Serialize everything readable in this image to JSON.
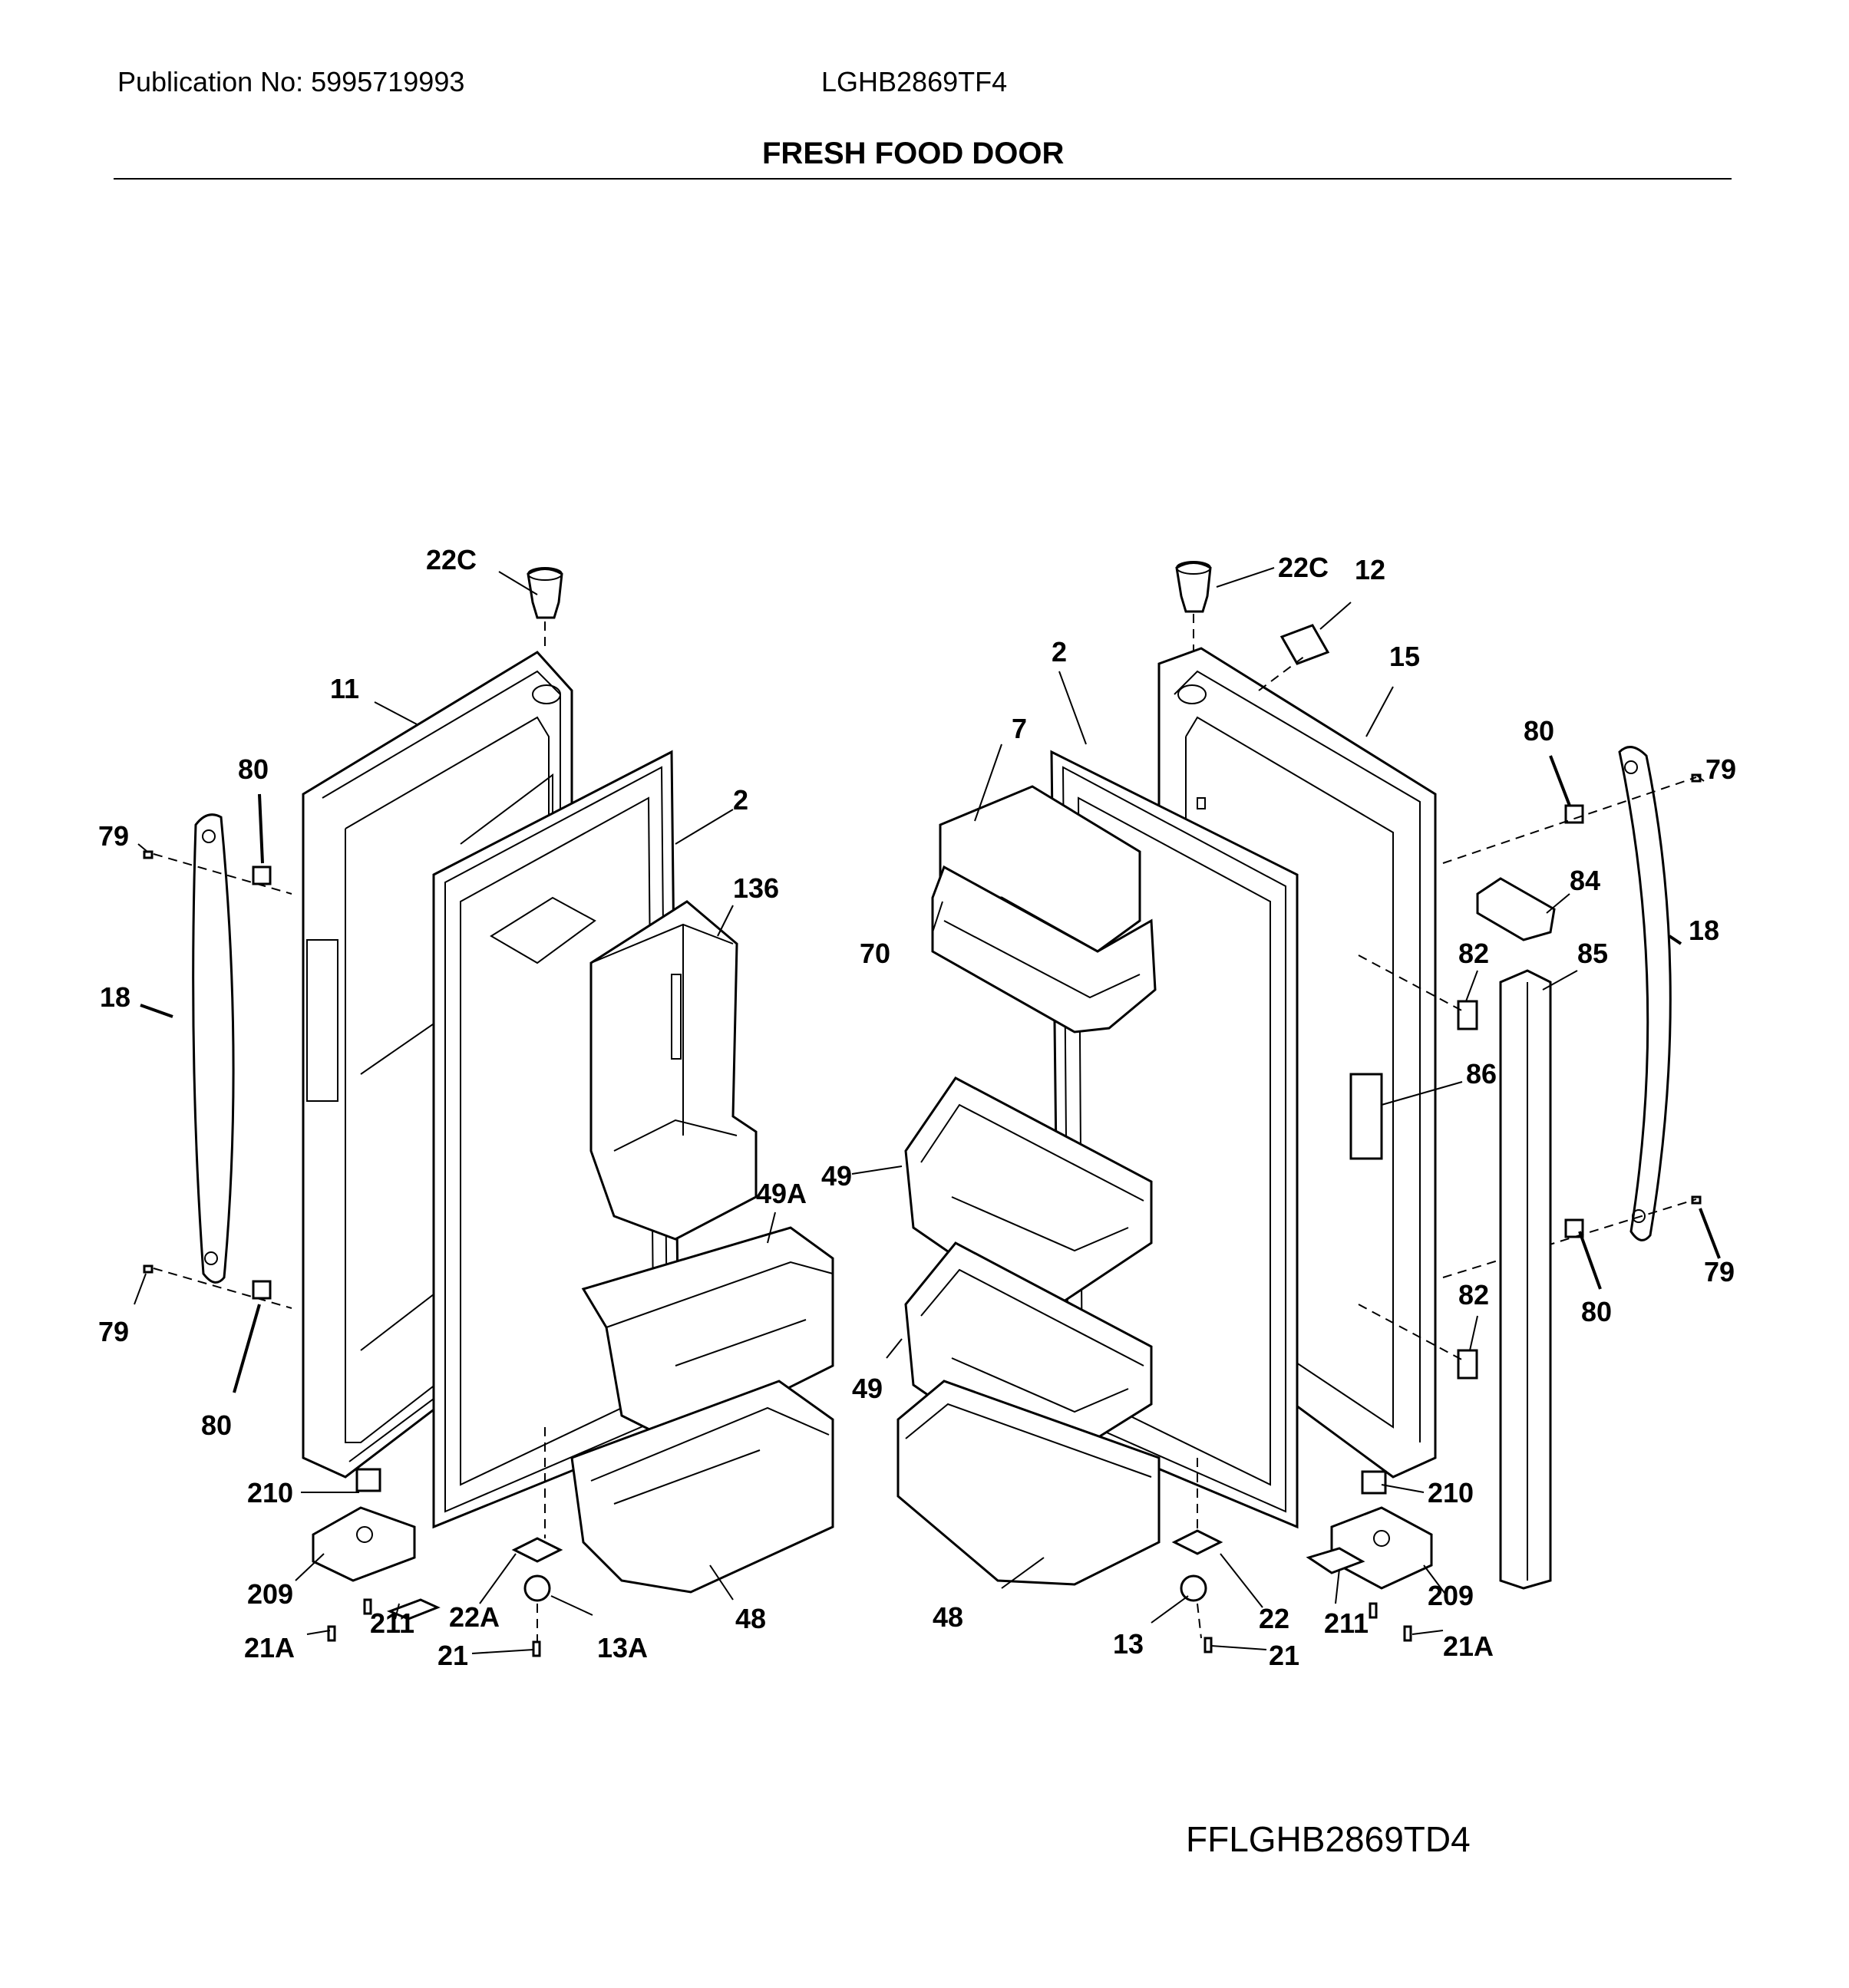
{
  "header": {
    "publication": "Publication No: 5995719993",
    "model": "LGHB2869TF4",
    "section_title": "FRESH FOOD DOOR"
  },
  "footer": {
    "diagram_code": "FFLGHB2869TD4"
  },
  "callouts": {
    "left_door": [
      "22C",
      "11",
      "80",
      "79",
      "18",
      "79",
      "80",
      "2",
      "136",
      "49A",
      "210",
      "209",
      "21A",
      "211",
      "22A",
      "21",
      "13A",
      "48"
    ],
    "right_door": [
      "22C",
      "12",
      "2",
      "15",
      "7",
      "80",
      "79",
      "84",
      "70",
      "82",
      "85",
      "18",
      "86",
      "49",
      "49",
      "82",
      "79",
      "80",
      "210",
      "48",
      "209",
      "211",
      "21A",
      "13",
      "22",
      "21"
    ]
  }
}
